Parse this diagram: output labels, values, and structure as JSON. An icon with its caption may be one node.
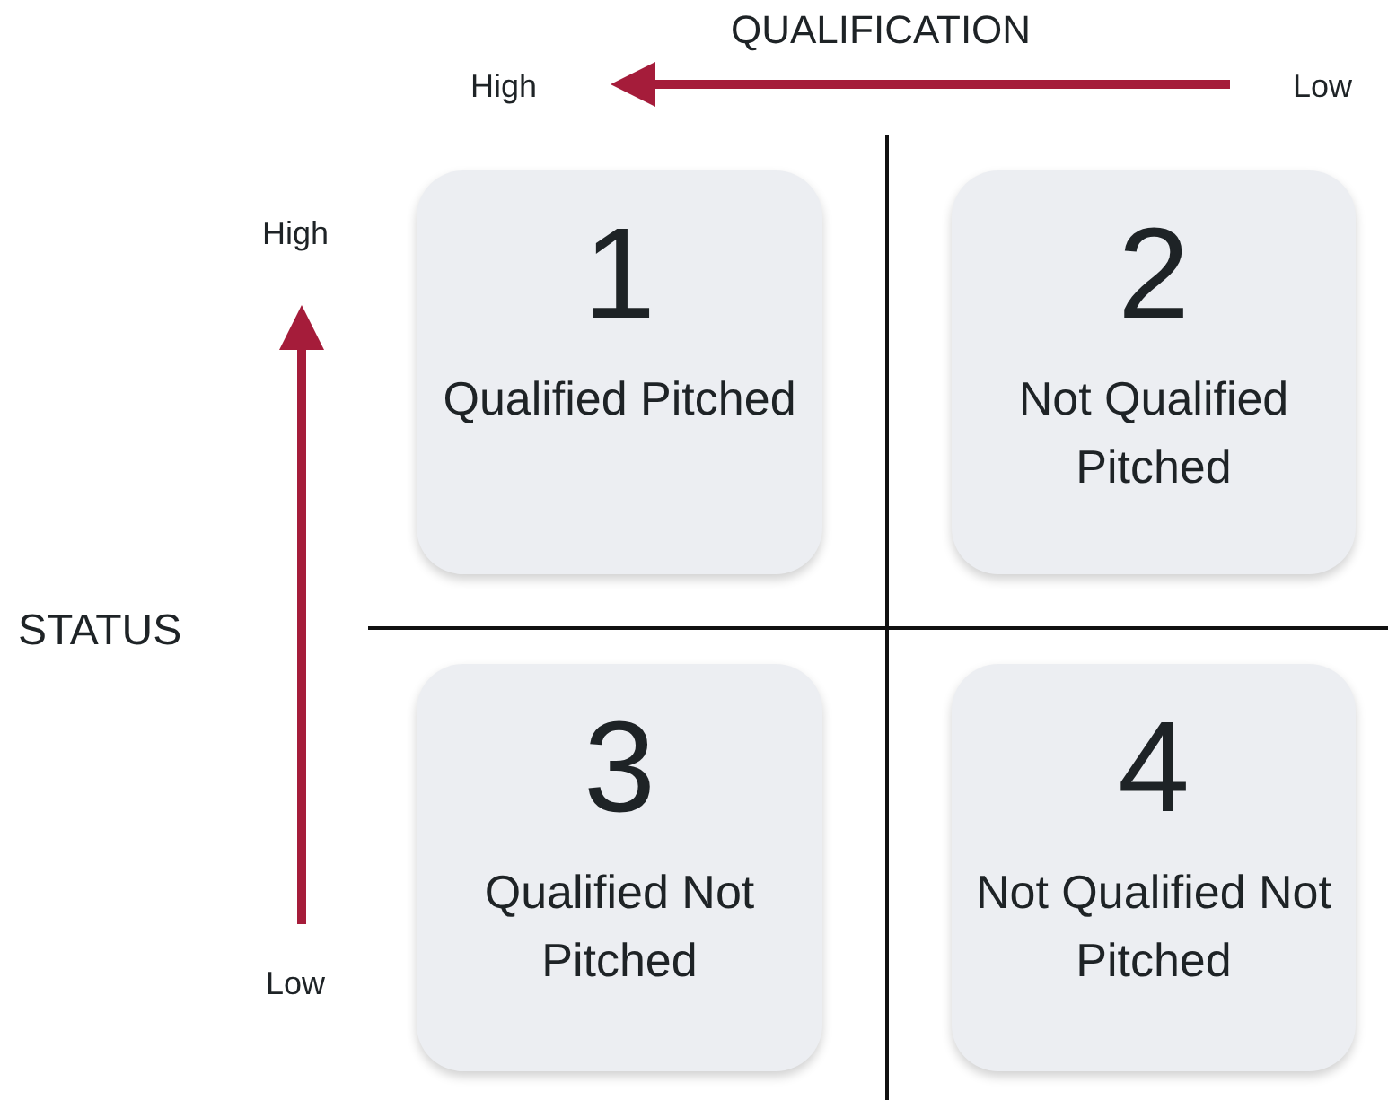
{
  "diagram": {
    "nodes": [
      {
        "text": [
          "1",
          "Qualified Pitched"
        ]
      },
      {
        "text": [
          "2",
          "Not Qualified Pitched"
        ]
      },
      {
        "text": [
          "3",
          "Qualified Not Pitched"
        ]
      },
      {
        "text": [
          "4",
          "Not Qualified Not Pitched"
        ]
      }
    ],
    "edges": [],
    "labels": [
      "QUALIFICATION",
      "High",
      "Low",
      "High",
      "STATUS",
      "Low"
    ]
  }
}
